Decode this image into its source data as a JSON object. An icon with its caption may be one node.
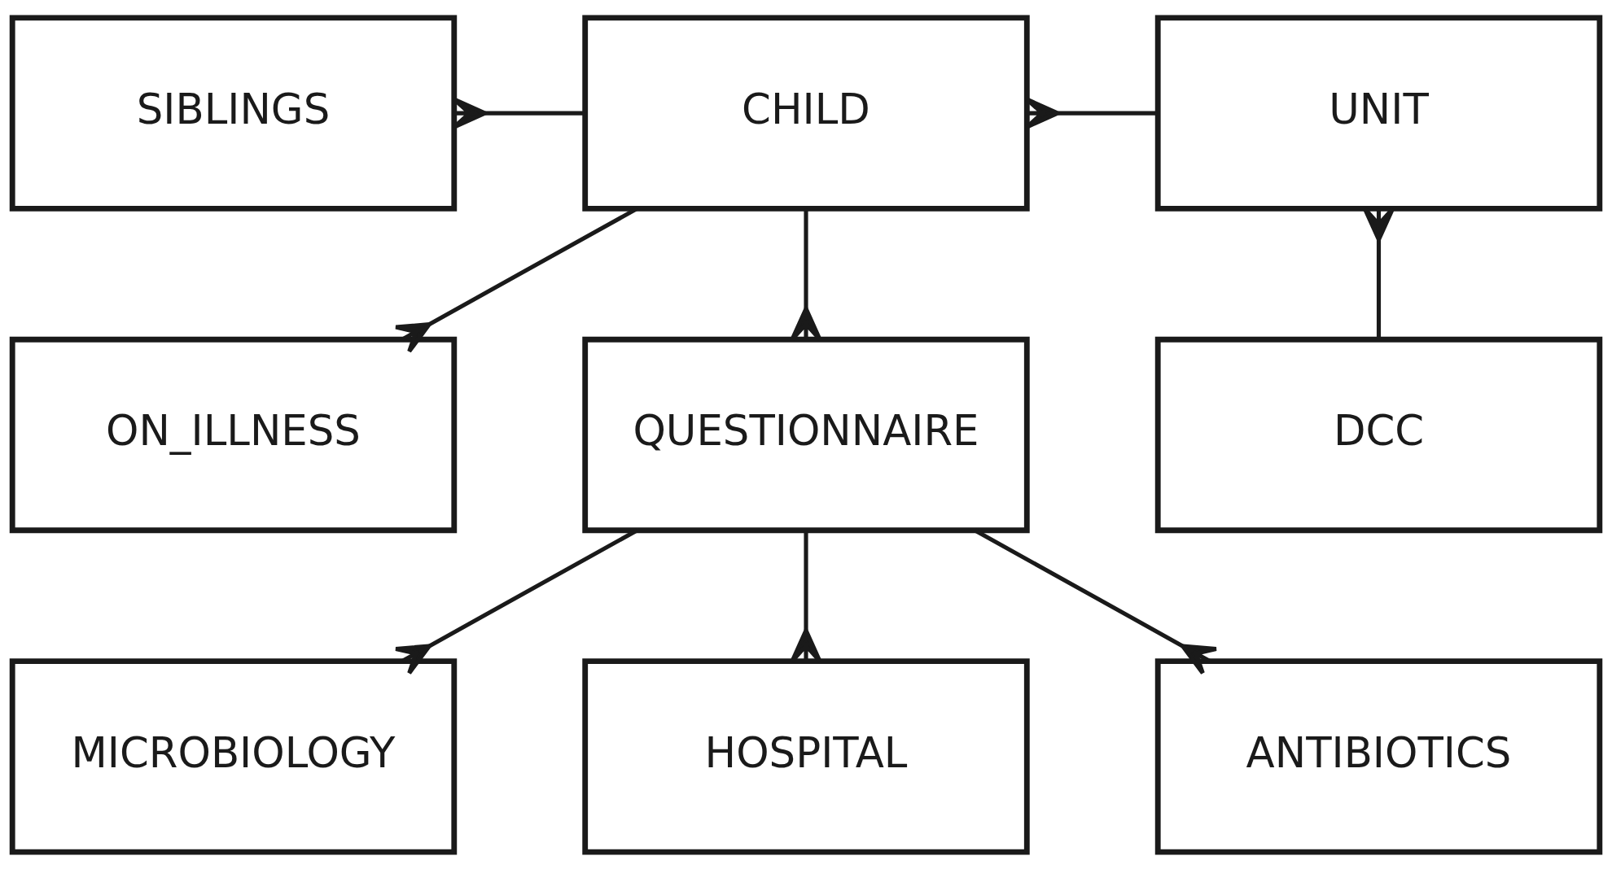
{
  "diagram": {
    "nodes": [
      {
        "text": [
          "SIBLINGS"
        ]
      },
      {
        "text": [
          "CHILD"
        ]
      },
      {
        "text": [
          "UNIT"
        ]
      },
      {
        "text": [
          "ON_ILLNESS"
        ]
      },
      {
        "text": [
          "QUESTIONNAIRE"
        ]
      },
      {
        "text": [
          "DCC"
        ]
      },
      {
        "text": [
          "MICROBIOLOGY"
        ]
      },
      {
        "text": [
          "HOSPITAL"
        ]
      },
      {
        "text": [
          "ANTIBIOTICS"
        ]
      }
    ],
    "edges": [
      {
        "from": 1,
        "to": 0,
        "arrow": "other"
      },
      {
        "from": 2,
        "to": 1,
        "arrow": "other"
      },
      {
        "from": 5,
        "to": 2,
        "arrow": "other"
      },
      {
        "from": 1,
        "to": 3,
        "arrow": "other"
      },
      {
        "from": 1,
        "to": 4,
        "arrow": "other"
      },
      {
        "from": 4,
        "to": 6,
        "arrow": "other"
      },
      {
        "from": 4,
        "to": 7,
        "arrow": "other"
      },
      {
        "from": 4,
        "to": 8,
        "arrow": "other"
      }
    ]
  }
}
